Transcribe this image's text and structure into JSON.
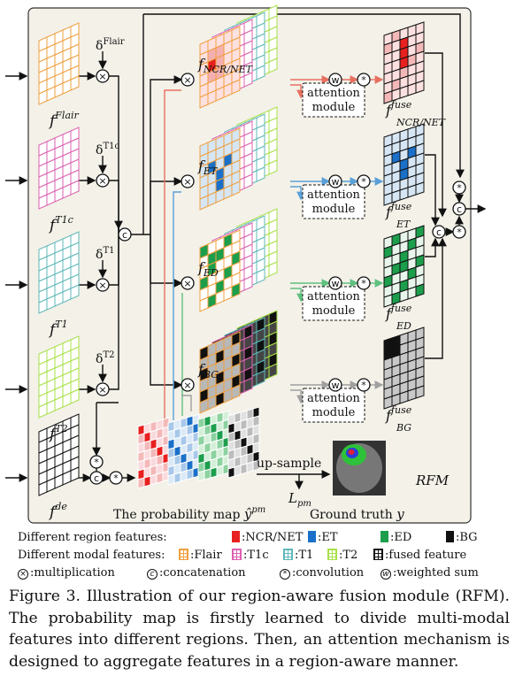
{
  "rfm_label": "RFM",
  "modal_inputs": [
    {
      "label": "f",
      "sup": "Flair",
      "delta": "δ",
      "delta_sup": "Flair",
      "color": "#f0a040"
    },
    {
      "label": "f",
      "sup": "T1c",
      "delta": "δ",
      "delta_sup": "T1c",
      "color": "#dc60b0"
    },
    {
      "label": "f",
      "sup": "T1",
      "delta": "δ",
      "delta_sup": "T1",
      "color": "#60b8b8"
    },
    {
      "label": "f",
      "sup": "T2",
      "delta": "δ",
      "delta_sup": "T2",
      "color": "#a8e048"
    }
  ],
  "decoder_label": {
    "label": "f",
    "sup": "de"
  },
  "region_branches": [
    {
      "feat_label": "f",
      "feat_sub": "NCR/NET",
      "fuse_label": "f",
      "fuse_sup": "fuse",
      "fuse_sub": "NCR/NET",
      "color": "#e8201f",
      "arrow": "#e87060"
    },
    {
      "feat_label": "f",
      "feat_sub": "ET",
      "fuse_label": "f",
      "fuse_sup": "fuse",
      "fuse_sub": "ET",
      "color": "#1a70c8",
      "arrow": "#5aa0d8"
    },
    {
      "feat_label": "f",
      "feat_sub": "ED",
      "fuse_label": "f",
      "fuse_sup": "fuse",
      "fuse_sub": "ED",
      "color": "#1c9e4c",
      "arrow": "#60c080"
    },
    {
      "feat_label": "f",
      "feat_sub": "BG",
      "fuse_label": "f",
      "fuse_sup": "fuse",
      "fuse_sub": "BG",
      "color": "#111111",
      "arrow": "#a0a0a0"
    }
  ],
  "attention_label_line1": "attention",
  "attention_label_line2": "module",
  "symbols": {
    "mult": "×",
    "concat": "c",
    "conv": "*",
    "wsum": "w"
  },
  "prob_map_label": "The probability map ",
  "prob_map_symbol": "ŷ",
  "prob_map_sup": "pm",
  "upsample_label": "up-sample",
  "loss_label": "L",
  "loss_sub": "pm",
  "ground_truth_label": "Ground truth ",
  "ground_truth_symbol": "y",
  "legend": {
    "region_title": "Different region features:",
    "regions": [
      {
        "label": ":NCR/NET",
        "color": "#e8201f"
      },
      {
        "label": ":ET",
        "color": "#1a70c8"
      },
      {
        "label": ":ED",
        "color": "#1c9e4c"
      },
      {
        "label": ":BG",
        "color": "#111111"
      }
    ],
    "modal_title": "Different modal features:",
    "modals": [
      {
        "label": ":Flair",
        "color": "#f0a040"
      },
      {
        "label": ":T1c",
        "color": "#dc60b0"
      },
      {
        "label": ":T1",
        "color": "#60b8b8"
      },
      {
        "label": ":T2",
        "color": "#a8e048"
      },
      {
        "label": ":fused feature",
        "color": "#111111"
      }
    ],
    "ops": [
      {
        "symbol": "×",
        "label": ":multiplication"
      },
      {
        "symbol": "c",
        "label": ":concatenation"
      },
      {
        "symbol": "*",
        "label": ":convolution"
      },
      {
        "symbol": "w",
        "label": ":weighted sum"
      }
    ]
  },
  "caption": "Figure 3. Illustration of our region-aware fusion module (RFM). The probability map is firstly learned to divide multi-modal features into different regions. Then, an attention mechanism is designed to aggregate features in a region-aware manner."
}
